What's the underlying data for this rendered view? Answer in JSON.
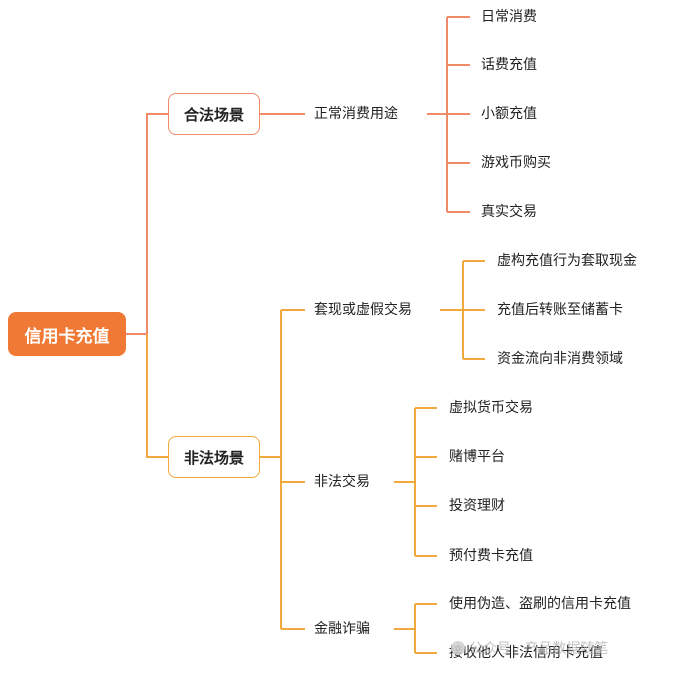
{
  "colors": {
    "root": "#f07a35",
    "legal_branch": "#ef8a6a",
    "illegal_branch": "#f0a93a"
  },
  "root": {
    "label": "信用卡充值"
  },
  "legal": {
    "label": "合法场景",
    "groups": [
      {
        "label": "正常消费用途",
        "items": [
          "日常消费",
          "话费充值",
          "小额充值",
          "游戏币购买",
          "真实交易"
        ]
      }
    ]
  },
  "illegal": {
    "label": "非法场景",
    "groups": [
      {
        "label": "套现或虚假交易",
        "items": [
          "虚构充值行为套取现金",
          "充值后转账至储蓄卡",
          "资金流向非消费领域"
        ]
      },
      {
        "label": "非法交易",
        "items": [
          "虚拟货币交易",
          "赌博平台",
          "投资理财",
          "预付费卡充值"
        ]
      },
      {
        "label": "金融诈骗",
        "items": [
          "使用伪造、盗刷的信用卡充值",
          "接收他人非法信用卡充值"
        ]
      }
    ]
  },
  "watermark": {
    "text": "公众号 · 产品数据随笔",
    "icon": "wechat-icon"
  }
}
